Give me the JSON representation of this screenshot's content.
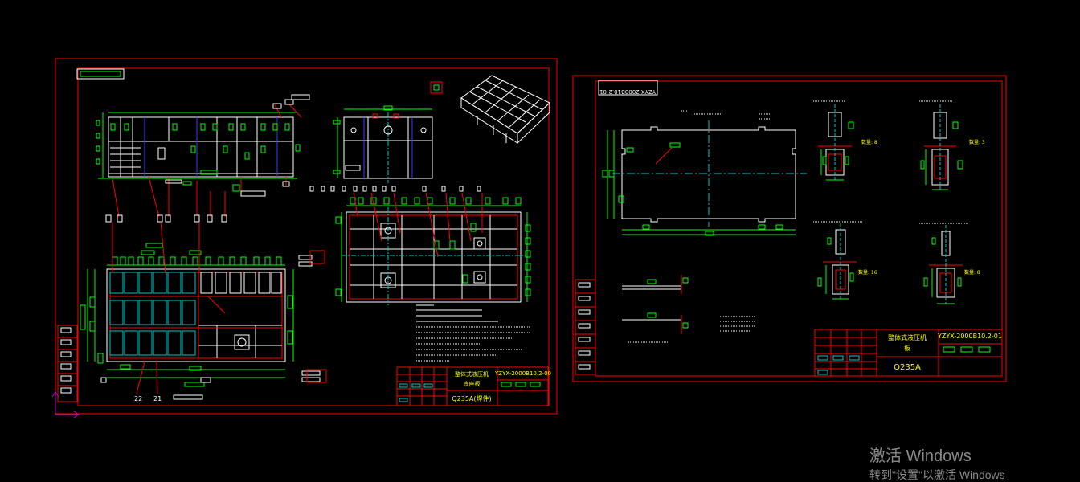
{
  "colors": {
    "background": "#000000",
    "frame": "#ff0000",
    "geometry": "#ffffff",
    "dimension": "#00ff00",
    "centerline": "#00c8c8",
    "hidden": "#3c3cff",
    "text_yellow": "#ffff00",
    "ucs": "#c000c0"
  },
  "sheet_left": {
    "title_block": {
      "name_line1": "整体式液压机",
      "name_line2": "底座板",
      "drawing_no": "YZYX-2000B10.2-00",
      "material": "Q235A(焊件)"
    },
    "part_tags": [
      "22",
      "21"
    ]
  },
  "sheet_right": {
    "title_block": {
      "name_line1": "整体式液压机",
      "name_line2": "板",
      "drawing_no": "YZYX-2000B10.2-01",
      "material": "Q235A"
    },
    "top_label_rotated": "YZYX-2000B10.2-01",
    "section_notes": [
      "数量: 8",
      "数量: 3",
      "数量: 16",
      "数量: 8"
    ]
  },
  "watermark": {
    "title": "激活 Windows",
    "subtitle": "转到\"设置\"以激活 Windows"
  }
}
